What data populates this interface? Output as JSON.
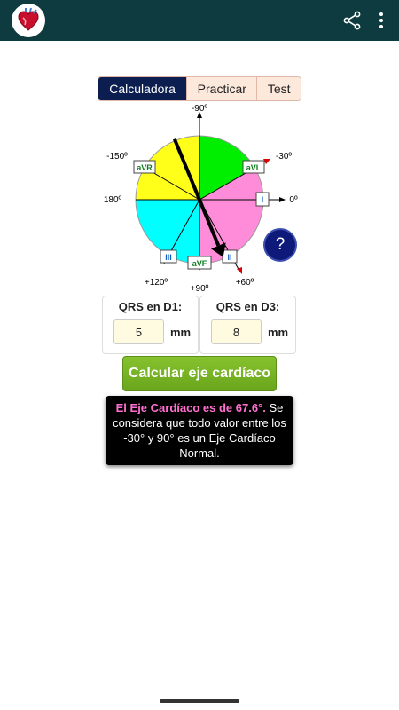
{
  "app": {
    "logo_icon": "heart-icon",
    "share_icon": "share-icon",
    "more_icon": "more-vert-icon",
    "appbar_color": "#0d3b3f"
  },
  "tabs": [
    {
      "label": "Calculadora",
      "active": true
    },
    {
      "label": "Practicar",
      "active": false
    },
    {
      "label": "Test",
      "active": false
    }
  ],
  "diagram": {
    "degree_labels": {
      "top": "-90º",
      "top_right": "-30º",
      "top_left": "-150º",
      "left": "180º",
      "right": "0º",
      "bottom_left": "+120º",
      "bottom": "+90º",
      "bottom_right": "+60º"
    },
    "leads": {
      "avr": "aVR",
      "avl": "aVL",
      "i": "I",
      "iii": "III",
      "avf": "aVF",
      "ii": "II"
    },
    "axis_angle_deg": 67.6,
    "help_label": "?"
  },
  "inputs": {
    "d1": {
      "label": "QRS en D1:",
      "value": "5",
      "unit": "mm"
    },
    "d3": {
      "label": "QRS en D3:",
      "value": "8",
      "unit": "mm"
    }
  },
  "calculate_button": "Calcular eje cardíaco",
  "result": {
    "highlight": "El Eje Cardíaco es de 67.6°.",
    "text": " Se considera que todo valor entre los -30° y 90° es un Eje Cardíaco Normal."
  }
}
